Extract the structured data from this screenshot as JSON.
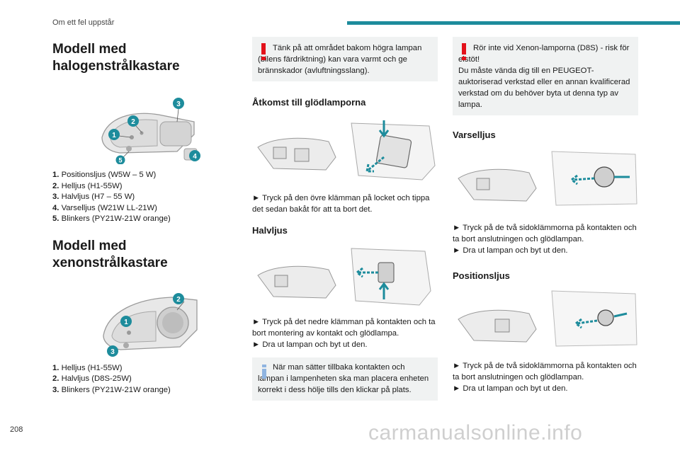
{
  "header": {
    "section_title": "Om ett fel uppstår",
    "accent_color": "#1d8c9c"
  },
  "page_number": "208",
  "watermark": "carmanualsonline.info",
  "col1": {
    "halogen": {
      "title_line1": "Modell med",
      "title_line2": "halogenstrålkastare",
      "items": [
        {
          "num": "1.",
          "text": "Positionsljus (W5W – 5 W)"
        },
        {
          "num": "2.",
          "text": "Helljus (H1-55W)"
        },
        {
          "num": "3.",
          "text": "Halvljus (H7 – 55 W)"
        },
        {
          "num": "4.",
          "text": "Varselljus (W21W LL-21W)"
        },
        {
          "num": "5.",
          "text": "Blinkers (PY21W-21W orange)"
        }
      ],
      "callouts": [
        "1",
        "2",
        "3",
        "4",
        "5"
      ]
    },
    "xenon": {
      "title_line1": "Modell med",
      "title_line2": "xenonstrålkastare",
      "items": [
        {
          "num": "1.",
          "text": "Helljus (H1-55W)"
        },
        {
          "num": "2.",
          "text": "Halvljus (D8S-25W)"
        },
        {
          "num": "3.",
          "text": "Blinkers (PY21W-21W orange)"
        }
      ],
      "callouts": [
        "1",
        "2",
        "3"
      ]
    }
  },
  "col2": {
    "warning": "Tänk på att området bakom högra lampan (bilens färdriktning) kan vara varmt och ge brännskador (avluftningsslang).",
    "access_title": "Åtkomst till glödlamporna",
    "access_step": "► Tryck på den övre klämman på locket och tippa det sedan bakåt för att ta bort det.",
    "low_beam_title": "Halvljus",
    "low_beam_step1": "► Tryck på det nedre klämman på kontakten och ta bort montering av kontakt och glödlampa.",
    "low_beam_step2": "► Dra ut lampan och byt ut den.",
    "info": "När man sätter tillbaka kontakten och lampan i lampenheten ska man placera enheten korrekt i dess hölje tills den klickar på plats."
  },
  "col3": {
    "warning_line1": "Rör inte vid Xenon-lamporna (D8S) - risk för elstöt!",
    "warning_line2": "Du måste vända dig till en PEUGEOT-auktoriserad verkstad eller en annan kvalificerad verkstad om du behöver byta ut denna typ av lampa.",
    "drl_title": "Varselljus",
    "drl_step1": "► Tryck på de två sidoklämmorna på kontakten och ta bort anslutningen och glödlampan.",
    "drl_step2": "► Dra ut lampan och byt ut den.",
    "pos_title": "Positionsljus",
    "pos_step1": "► Tryck på de två sidoklämmorna på kontakten och ta bort anslutningen och glödlampan.",
    "pos_step2": "► Dra ut lampan och byt ut den."
  },
  "colors": {
    "warning_red": "#e3111a",
    "info_blue": "#8fb4e0",
    "callout": "#1d8c9c"
  }
}
